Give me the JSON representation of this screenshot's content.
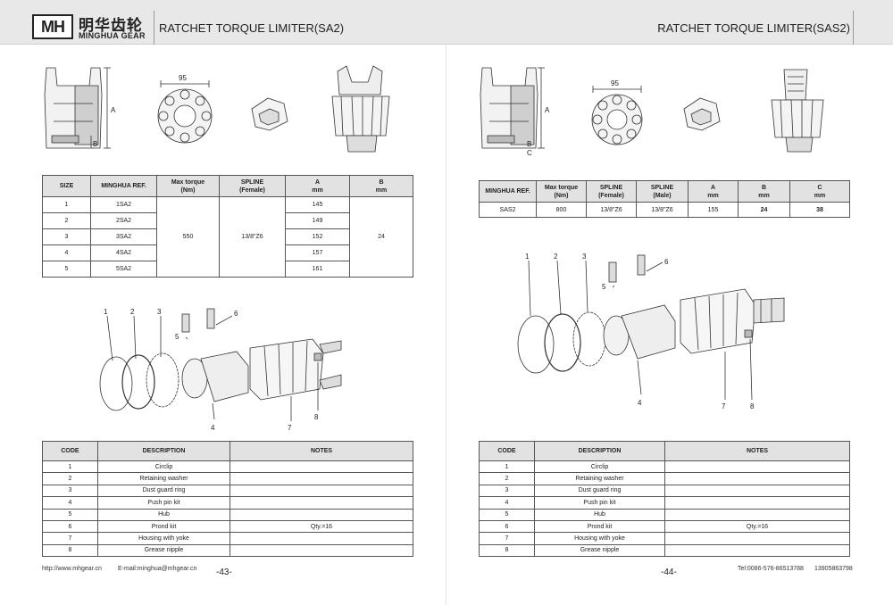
{
  "header": {
    "logo_text": "MH",
    "brand_cn": "明华齿轮",
    "brand_en": "MINGHUA GEAR",
    "title_left": "RATCHET TORQUE LIMITER(SA2)",
    "title_right": "RATCHET TORQUE LIMITER(SAS2)"
  },
  "dimensions": {
    "left": "95",
    "right": "95",
    "dim_a": "A",
    "dim_b": "B",
    "dim_c": "C"
  },
  "spec_left": {
    "headers": [
      "SIZE",
      "MINGHUA REF.",
      "Max torque\n(Nm)",
      "SPLINE\n(Female)",
      "A\nmm",
      "B\nmm"
    ],
    "rows": [
      {
        "size": "1",
        "ref": "1SA2",
        "a": "145"
      },
      {
        "size": "2",
        "ref": "2SA2",
        "a": "149"
      },
      {
        "size": "3",
        "ref": "3SA2",
        "a": "152"
      },
      {
        "size": "4",
        "ref": "4SA2",
        "a": "157"
      },
      {
        "size": "5",
        "ref": "5SA2",
        "a": "161"
      }
    ],
    "torque": "550",
    "spline": "13/8\"Z6",
    "b": "24"
  },
  "spec_right": {
    "headers": [
      "MINGHUA REF.",
      "Max torque\n(Nm)",
      "SPLINE\n(Female)",
      "SPLINE\n(Male)",
      "A\nmm",
      "B\nmm",
      "C\nmm"
    ],
    "row": [
      "SAS2",
      "800",
      "13/8\"Z6",
      "13/8\"Z6",
      "155",
      "24",
      "38"
    ]
  },
  "callouts": [
    "1",
    "2",
    "3",
    "4",
    "5",
    "6",
    "7",
    "8"
  ],
  "parts_headers": [
    "CODE",
    "DESCRIPTION",
    "NOTES"
  ],
  "parts": [
    {
      "code": "1",
      "desc": "Circlip",
      "notes": ""
    },
    {
      "code": "2",
      "desc": "Retaining washer",
      "notes": ""
    },
    {
      "code": "3",
      "desc": "Dust guard ring",
      "notes": ""
    },
    {
      "code": "4",
      "desc": "Push pin kit",
      "notes": ""
    },
    {
      "code": "5",
      "desc": "Hub",
      "notes": ""
    },
    {
      "code": "6",
      "desc": "Prond kit",
      "notes": "Qty.=16"
    },
    {
      "code": "7",
      "desc": "Housing with yoke",
      "notes": ""
    },
    {
      "code": "8",
      "desc": "Grease nipple",
      "notes": ""
    }
  ],
  "footer": {
    "website": "http://www.mhgear.cn",
    "email": "E-mail:minghua@mhgear.cn",
    "page_left": "-43-",
    "page_right": "-44-",
    "tel": "Tel:0086-576-86513788",
    "mobile": "13905863798"
  }
}
